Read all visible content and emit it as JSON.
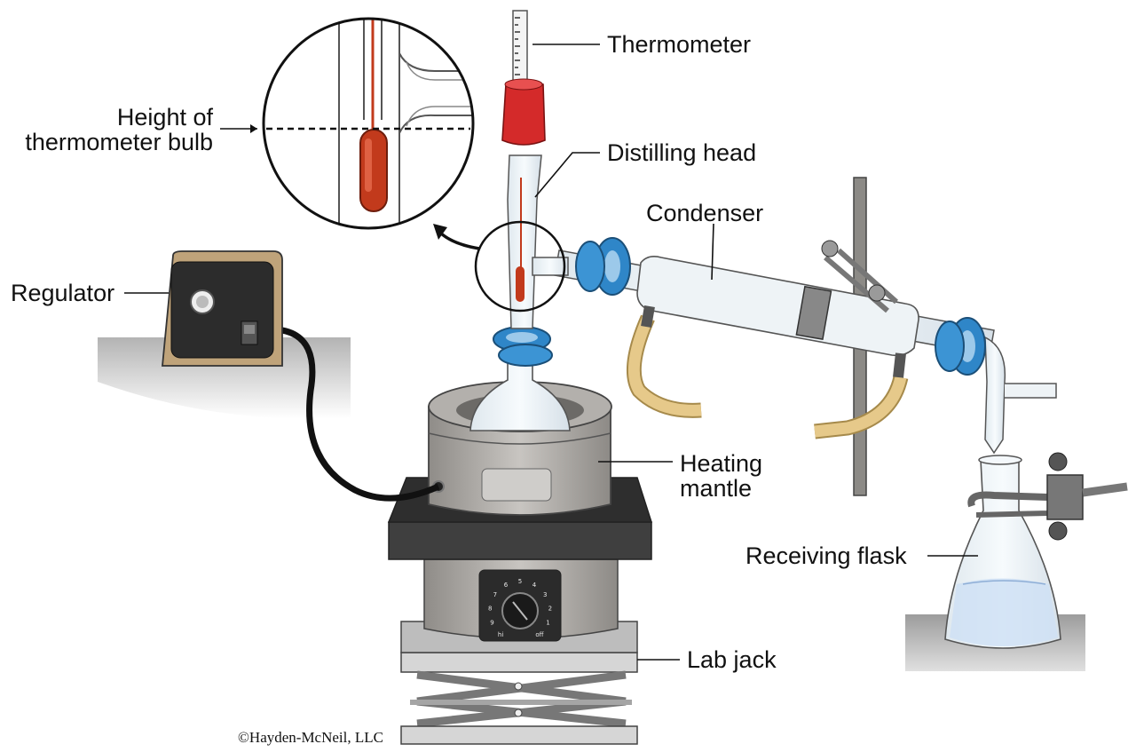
{
  "labels": {
    "thermometer": "Thermometer",
    "distilling_head": "Distilling head",
    "condenser": "Condenser",
    "bulb_height_line1": "Height of",
    "bulb_height_line2": "thermometer bulb",
    "regulator": "Regulator",
    "heating_mantle_line1": "Heating",
    "heating_mantle_line2": "mantle",
    "receiving_flask": "Receiving flask",
    "lab_jack": "Lab jack"
  },
  "dial_marks": [
    "hi",
    "9",
    "8",
    "7",
    "6",
    "5",
    "4",
    "3",
    "2",
    "1",
    "off"
  ],
  "copyright": "©Hayden-McNeil, LLC",
  "colors": {
    "glass": "#e6eef4",
    "glass_stroke": "#555555",
    "stopper": "#d42a2a",
    "clip_blue": "#2f86c8",
    "tubing": "#d9b25e",
    "mercury": "#c23a1c",
    "mantle": "#a9a6a2",
    "hotplate_top": "#3a3a3a",
    "jack": "#c9c9c9",
    "liquid": "#cfe0f5",
    "bench_shadow": "#bdbdbd"
  }
}
